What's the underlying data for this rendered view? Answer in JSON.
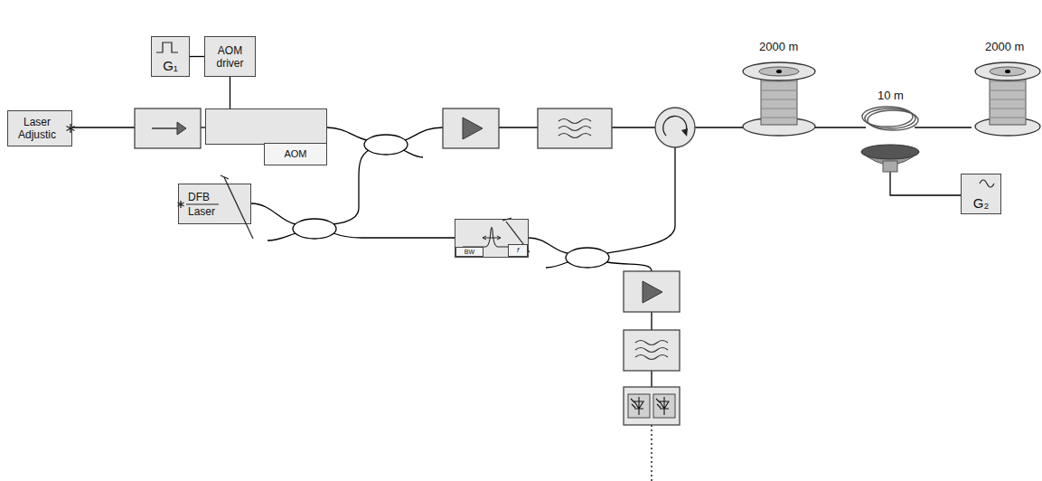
{
  "diagram": {
    "nodes": [
      {
        "text": [
          "G₁"
        ]
      },
      {
        "text": [
          "AOM driver"
        ]
      },
      {
        "text": [
          "Laser Adjustic"
        ]
      },
      {
        "text": [
          "AOM"
        ]
      },
      {
        "text": [
          "DFB Laser"
        ]
      },
      {
        "text": [
          "BW",
          "f"
        ]
      },
      {
        "text": [
          "G₂"
        ]
      }
    ],
    "edges": [
      {
        "from": 0,
        "to": 1,
        "arrow": "none"
      },
      {
        "from": 1,
        "to": 3,
        "arrow": "none"
      }
    ],
    "labels": [
      "2000 m",
      "10 m",
      "2000 m"
    ]
  }
}
